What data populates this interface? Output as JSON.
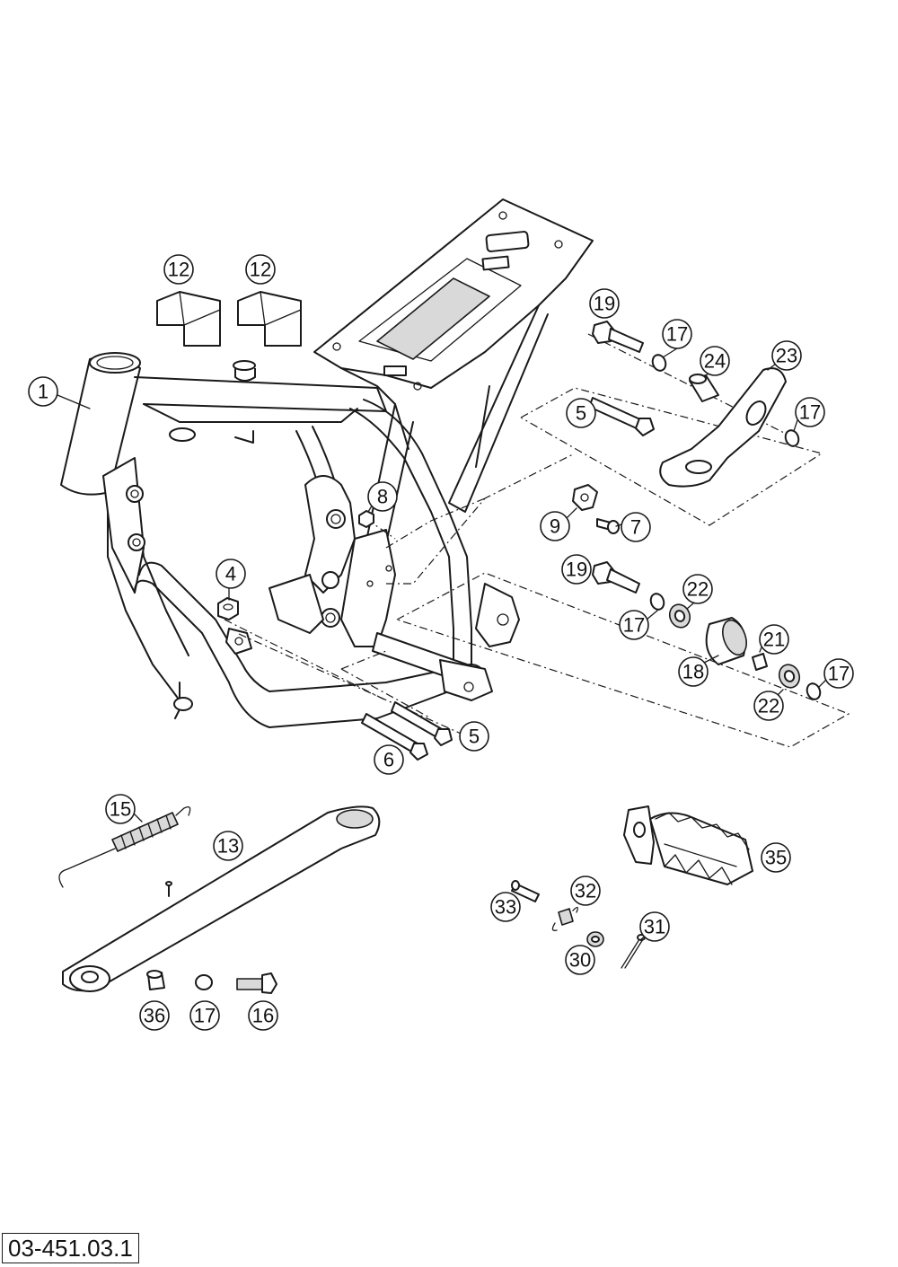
{
  "drawing_code": "03-451.03.1",
  "callouts": [
    {
      "id": "c-1",
      "label": "1"
    },
    {
      "id": "c-12a",
      "label": "12"
    },
    {
      "id": "c-12b",
      "label": "12"
    },
    {
      "id": "c-4",
      "label": "4"
    },
    {
      "id": "c-8",
      "label": "8"
    },
    {
      "id": "c-9",
      "label": "9"
    },
    {
      "id": "c-7",
      "label": "7"
    },
    {
      "id": "c-5a",
      "label": "5"
    },
    {
      "id": "c-5b",
      "label": "5"
    },
    {
      "id": "c-6",
      "label": "6"
    },
    {
      "id": "c-19a",
      "label": "19"
    },
    {
      "id": "c-17a",
      "label": "17"
    },
    {
      "id": "c-24",
      "label": "24"
    },
    {
      "id": "c-23",
      "label": "23"
    },
    {
      "id": "c-17b",
      "label": "17"
    },
    {
      "id": "c-19b",
      "label": "19"
    },
    {
      "id": "c-22a",
      "label": "22"
    },
    {
      "id": "c-17c",
      "label": "17"
    },
    {
      "id": "c-18",
      "label": "18"
    },
    {
      "id": "c-21",
      "label": "21"
    },
    {
      "id": "c-22b",
      "label": "22"
    },
    {
      "id": "c-17d",
      "label": "17"
    },
    {
      "id": "c-15",
      "label": "15"
    },
    {
      "id": "c-13",
      "label": "13"
    },
    {
      "id": "c-36",
      "label": "36"
    },
    {
      "id": "c-17e",
      "label": "17"
    },
    {
      "id": "c-16",
      "label": "16"
    },
    {
      "id": "c-35",
      "label": "35"
    },
    {
      "id": "c-33",
      "label": "33"
    },
    {
      "id": "c-32",
      "label": "32"
    },
    {
      "id": "c-31",
      "label": "31"
    },
    {
      "id": "c-30",
      "label": "30"
    }
  ]
}
